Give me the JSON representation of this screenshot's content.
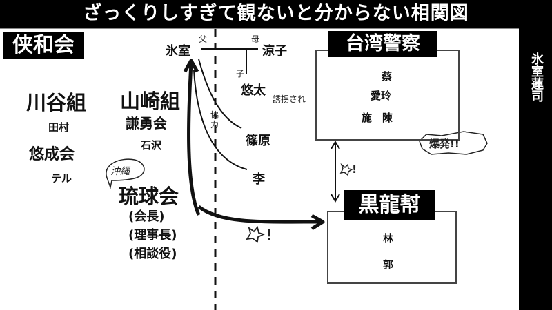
{
  "title": "ざっくりしすぎて観ないと分からない相関図",
  "side_name": "氷室蓮司",
  "left_org": {
    "label": "侠和会",
    "groups": [
      {
        "name": "川谷組",
        "members": [
          "田村"
        ]
      },
      {
        "name": "悠成会",
        "members": [
          "テル"
        ]
      },
      {
        "name": "山崎組",
        "sub": "謙勇会",
        "members": [
          "石沢"
        ]
      },
      {
        "name": "琉球会",
        "bubble": "沖縄",
        "members": [
          "(会長)",
          "(理事長)",
          "(相談役)"
        ]
      }
    ]
  },
  "center": {
    "protagonist": "氷室",
    "partner": "涼子",
    "father_label": "父",
    "mother_label": "母",
    "child_label": "子",
    "child": "悠太",
    "kidnapped_label": "誘拐され",
    "cooperate_label": "協力",
    "allies": [
      "篠原",
      "李"
    ],
    "clash_label": "☆!"
  },
  "taiwan_police": {
    "label": "台湾警察",
    "members": [
      "蔡",
      "愛玲",
      "施　陳"
    ],
    "burst_label": "爆発!!"
  },
  "black_dragon": {
    "label": "黒龍幇",
    "members": [
      "林",
      "郭"
    ]
  },
  "between_label": "☆!"
}
